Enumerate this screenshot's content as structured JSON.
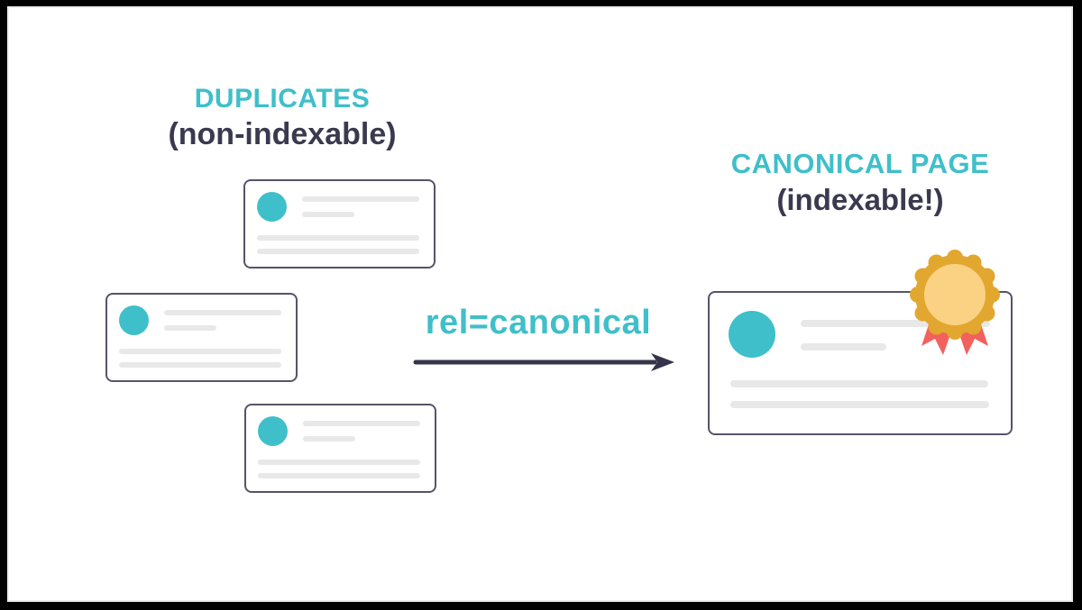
{
  "diagram": {
    "left_group": {
      "title": "DUPLICATES",
      "subtitle": "(non-indexable)",
      "card_count": 3
    },
    "relation": {
      "label": "rel=canonical"
    },
    "right_group": {
      "title": "CANONICAL PAGE",
      "subtitle": "(indexable!)"
    }
  },
  "icons": {
    "arrow": "right-arrow-icon",
    "medal": "award-medal-icon",
    "avatar": "avatar-circle-icon"
  },
  "palette": {
    "teal": "#3FBFC9",
    "navy": "#3A394F",
    "arrow": "#35344A",
    "card_border": "#55546A",
    "placeholder_gray": "#E8E8E8",
    "medal_gold": "#E2A72E",
    "medal_gold_light": "#FBD183",
    "ribbon_red": "#F2615E",
    "frame": "#000000",
    "background": "#FFFFFF"
  }
}
